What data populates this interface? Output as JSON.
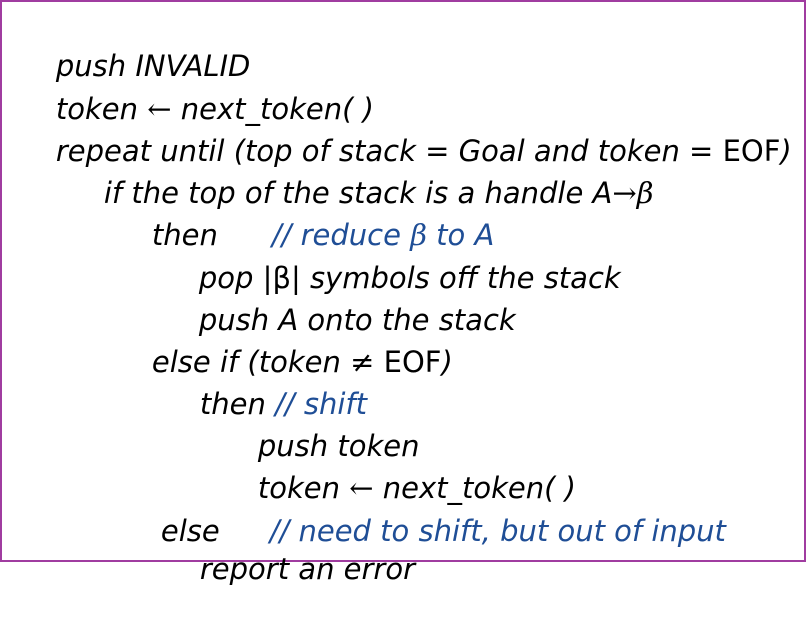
{
  "lines": {
    "l1": "push INVALID",
    "l2": {
      "a": "token ",
      "arrow": "←",
      "b": " next_token( )"
    },
    "l3": {
      "a": "repeat until (top of stack = Goal and token = ",
      "eof": "EOF",
      "b": ")"
    },
    "l4": {
      "a": "if the top of the stack is a handle A",
      "arrow": "→",
      "beta": "β"
    },
    "l5": {
      "then": "then",
      "c1": "// reduce ",
      "beta": "β",
      "c2": " to A"
    },
    "l6": {
      "a": "pop |",
      "beta": "β",
      "b": "| symbols off the stack"
    },
    "l7": "push A onto the stack",
    "l8": {
      "a": "else if (token ",
      "neq": "≠",
      "eof": " EOF",
      "b": ")"
    },
    "l9": {
      "then": "then ",
      "comment": "// shift"
    },
    "l10": "push token",
    "l11": {
      "a": "token ",
      "arrow": "←",
      "b": " next_token( )"
    },
    "l12": {
      "else": "else",
      "comment": "// need to shift, but out of input"
    },
    "l13": "report an error"
  },
  "colors": {
    "border": "#a03ca0",
    "text": "#000000",
    "comment": "#1f4e96"
  }
}
